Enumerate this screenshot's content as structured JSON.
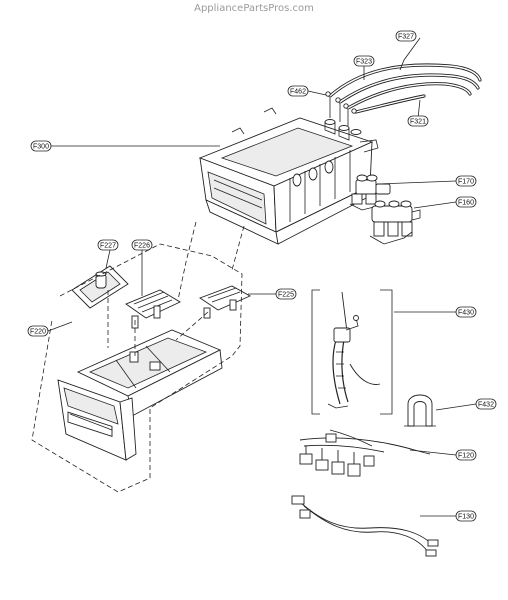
{
  "watermark": "AppliancePartsPros.com",
  "callouts": {
    "f327": "F327",
    "f323": "F323",
    "f462": "F462",
    "f321": "F321",
    "f300": "F300",
    "f170": "F170",
    "f160": "F160",
    "f227": "F227",
    "f226": "F226",
    "f225": "F225",
    "f220": "F220",
    "f430": "F430",
    "f432": "F432",
    "f120": "F120",
    "f130": "F130"
  },
  "icons": {
    "drawer": "detergent-drawer-icon",
    "valve": "water-valve-icon"
  }
}
